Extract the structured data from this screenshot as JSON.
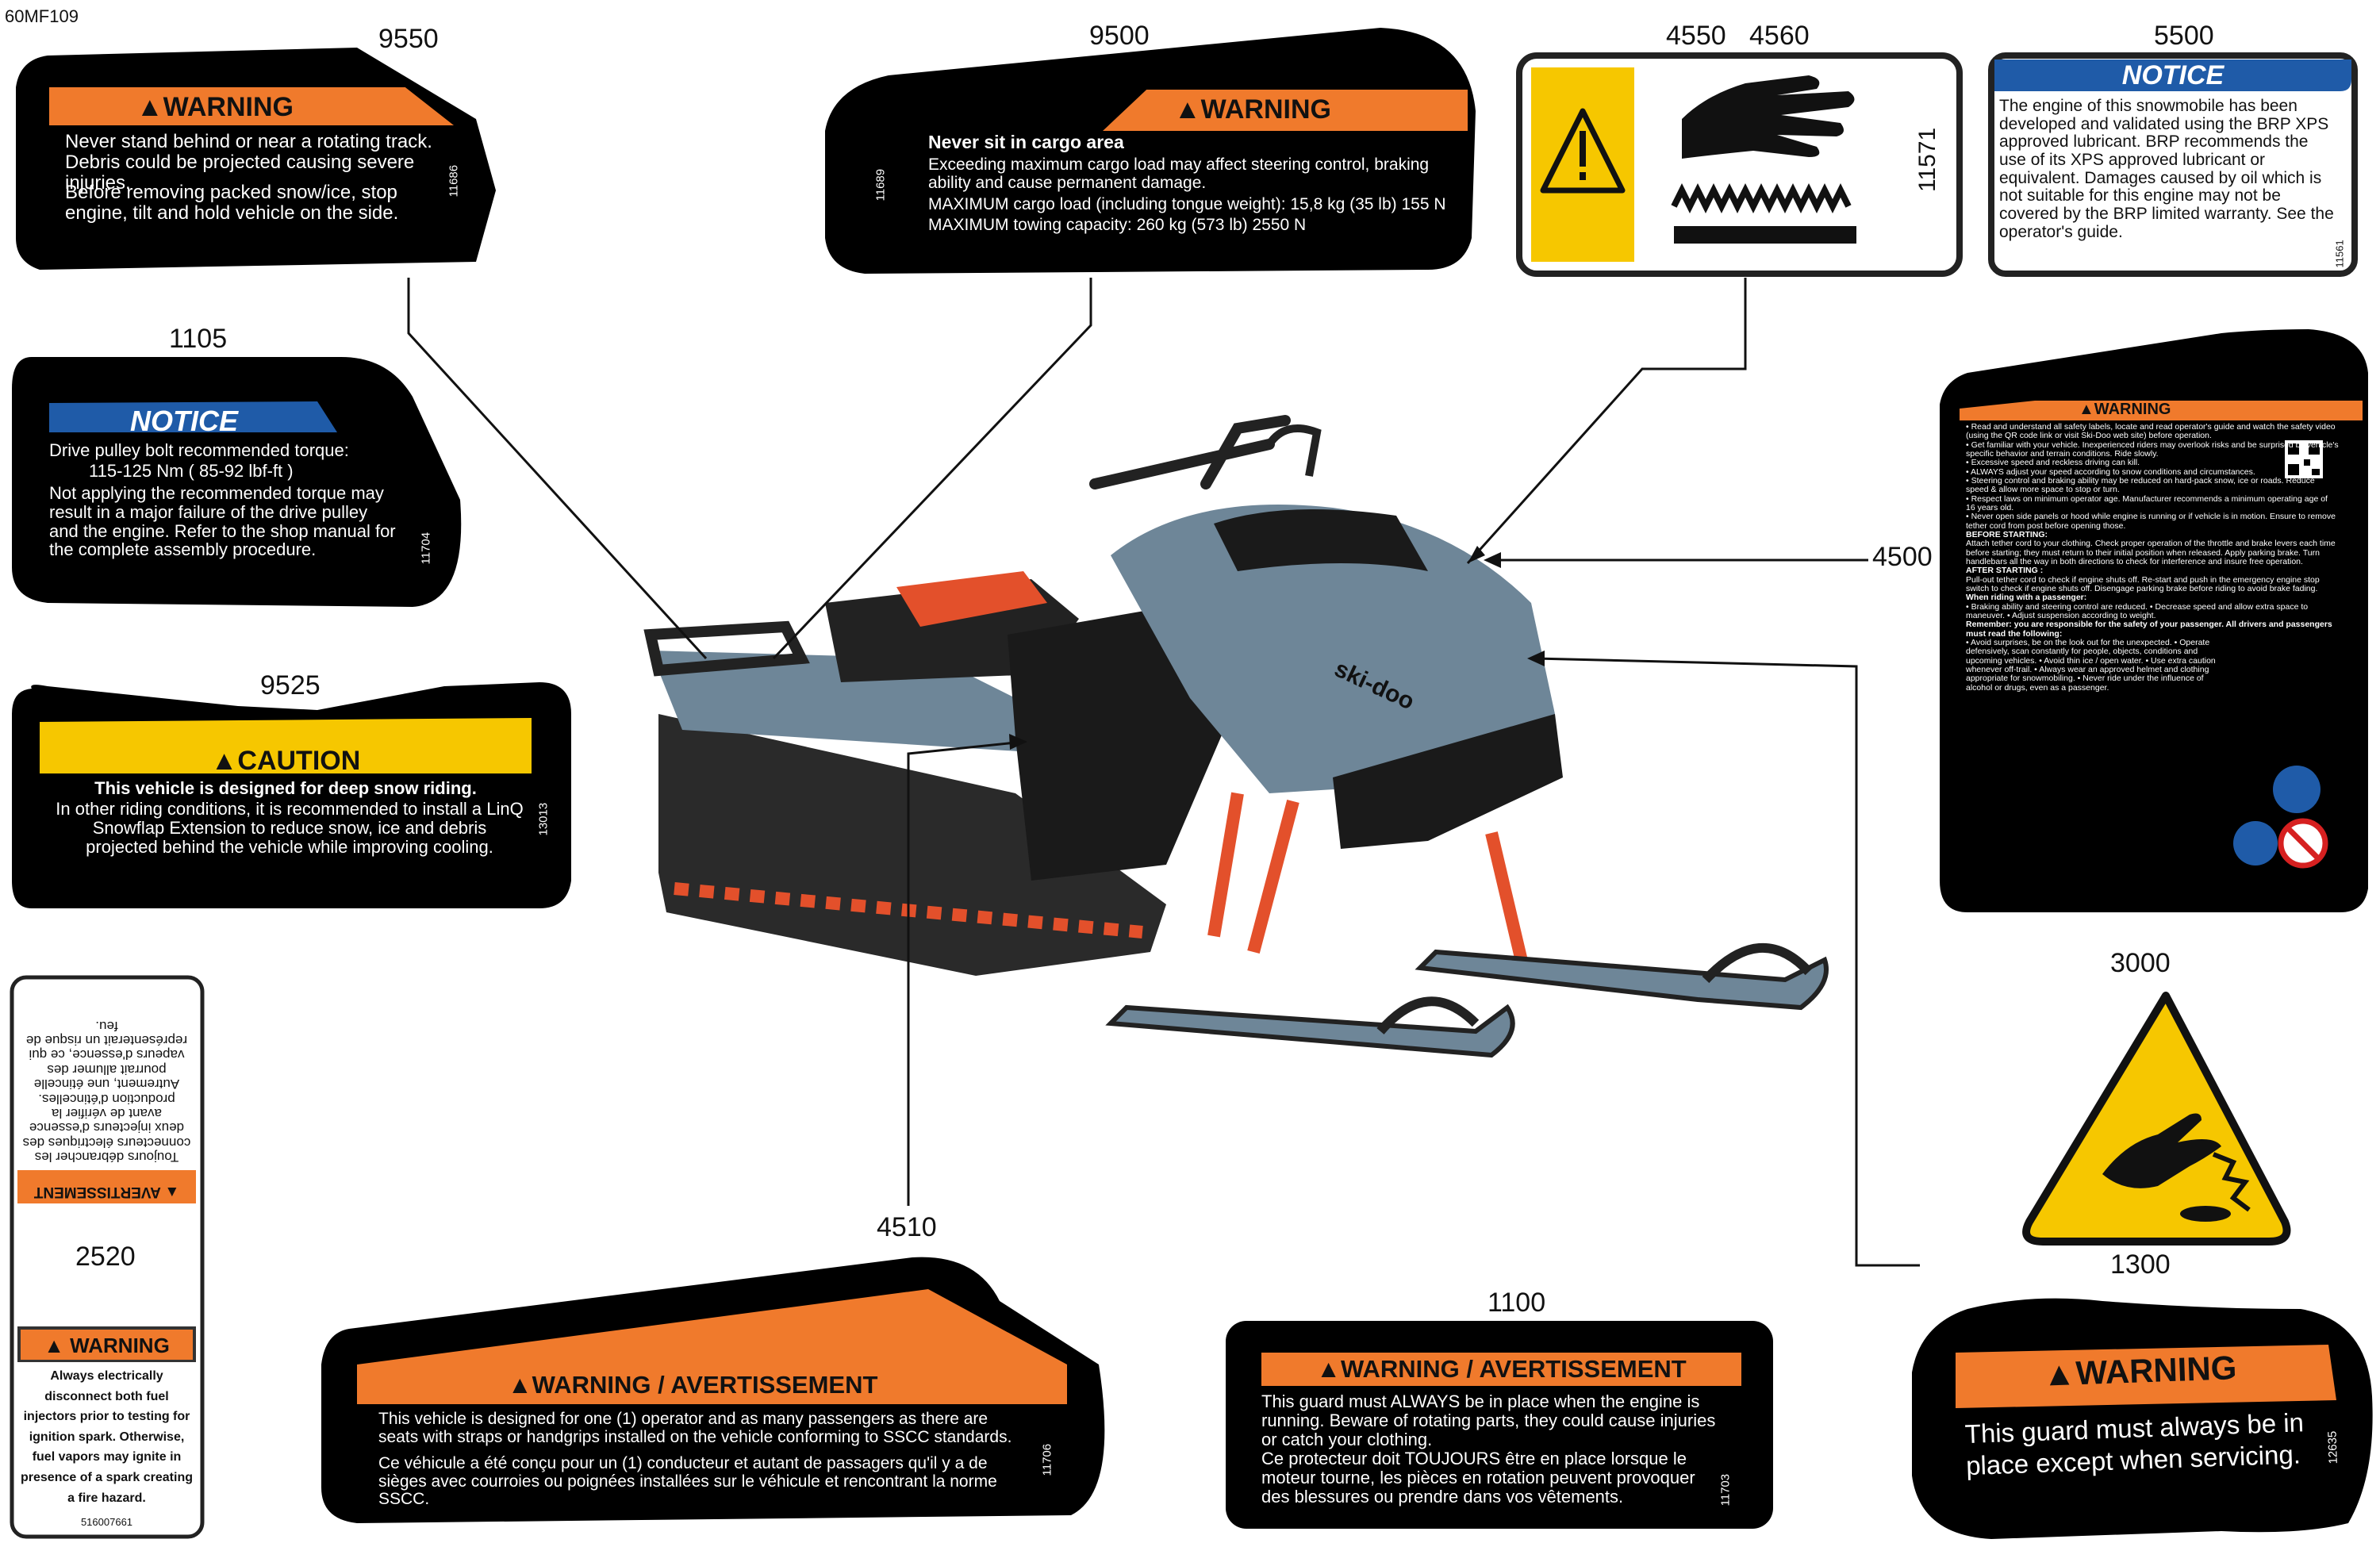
{
  "diagram_ref": "60MF109",
  "callouts": {
    "n9550": "9550",
    "n9500": "9500",
    "n4550": "4550",
    "n4560": "4560",
    "n5500": "5500",
    "n1105": "1105",
    "n4500": "4500",
    "n9525": "9525",
    "n3000": "3000",
    "n2520": "2520",
    "n4510": "4510",
    "n1300": "1300",
    "n1100": "1100"
  },
  "labels": {
    "l9550": {
      "header": "▲WARNING",
      "line1": "Never stand behind or near a rotating track. Debris could be projected causing severe injuries.",
      "line2": "Before removing packed snow/ice, stop engine, tilt and hold vehicle on the side.",
      "code": "11686"
    },
    "l9500": {
      "header": "▲WARNING",
      "line1": "Never sit in cargo area",
      "line2": "Exceeding maximum cargo load may affect steering control, braking ability and cause permanent damage.",
      "line3": "MAXIMUM cargo load (including tongue weight): 15,8 kg (35 lb) 155 N",
      "line4": "MAXIMUM towing capacity: 260 kg (573 lb) 2550 N",
      "code": "11689"
    },
    "l4550": {
      "code": "11571"
    },
    "l5500": {
      "header": "NOTICE",
      "text": "The engine of this snowmobile has been developed and validated using the BRP XPS approved lubricant. BRP recommends the use of its XPS approved lubricant or equivalent. Damages caused by oil which is not suitable for this engine may not be covered by the BRP limited warranty. See the operator's guide.",
      "code": "11561"
    },
    "l1105": {
      "header": "NOTICE",
      "line1": "Drive pulley bolt recommended torque:",
      "line2": "115-125 Nm ( 85-92 lbf-ft )",
      "line3": "Not applying the recommended torque may result in a major failure of the drive pulley and the engine. Refer to the shop manual for the complete assembly procedure.",
      "code": "11704"
    },
    "l4500": {
      "header": "▲WARNING",
      "text1": "• Read and understand all safety labels, locate and read operator's guide and watch the safety video (using the QR code link or visit Ski-Doo web site) before operation.",
      "text2": "• Get familiar with your vehicle. Inexperienced riders may overlook risks and be surprised by vehicle's specific behavior and terrain conditions. Ride slowly.",
      "text3": "• Excessive speed and reckless driving can kill.",
      "text4": "• ALWAYS adjust your speed according to snow conditions and circumstances.",
      "text5": "• Steering control and braking ability may be reduced on hard-pack snow, ice or roads. Reduce speed & allow more space to stop or turn.",
      "text6": "• Respect laws on minimum operator age. Manufacturer recommends a minimum operating age of 16 years old.",
      "text7": "• Never open side panels or hood while engine is running or if vehicle is in motion. Ensure to remove tether cord from post before opening those.",
      "sec1": "BEFORE STARTING:",
      "text8": "Attach tether cord to your clothing. Check proper operation of the throttle and brake levers each time before starting; they must return to their initial position when released. Apply parking brake. Turn handlebars all the way in both directions to check for interference and insure free operation.",
      "sec2": "AFTER STARTING :",
      "text9": "Pull-out tether cord to check if engine shuts off. Re-start and push in the emergency engine stop switch to check if engine shuts off. Disengage parking brake before riding to avoid brake fading.",
      "sec3": "When riding with a passenger:",
      "text10": "• Braking ability and steering control are reduced. • Decrease speed and allow extra space to maneuver. • Adjust suspension according to weight.",
      "sec4": "Remember: you are responsible for the safety of your passenger. All drivers and passengers must read the following:",
      "text11": "• Avoid surprises, be on the look out for the unexpected. • Operate defensively, scan constantly for people, objects, conditions and upcoming vehicles. • Avoid thin ice / open water. • Use extra caution whenever off-trail. • Always wear an approved helmet and clothing appropriate for snowmobiling. • Never ride under the influence of alcohol or drugs, even as a passenger."
    },
    "l9525": {
      "header": "▲CAUTION",
      "line1": "This vehicle is designed for deep snow riding.",
      "line2": "In other riding conditions, it is recommended to install a LinQ Snowflap Extension to reduce snow, ice and debris projected behind the vehicle while improving cooling.",
      "code": "13013"
    },
    "l2520": {
      "fr_header": "▲ AVERTISSEMENT",
      "fr_text": "Toujours débrancher les connecteurs électriques des deux injecteurs d'essence avant de vérifier la production d'étincelles. Autrement, une étincelle pourrait allumer des vapeurs d'essence, ce qui représenterait un risque de feu.",
      "en_header": "▲ WARNING",
      "en_text": "Always electrically disconnect both fuel injectors prior to testing for ignition spark. Otherwise, fuel vapors may ignite in presence of a spark creating a fire hazard.",
      "code": "516007661"
    },
    "l4510": {
      "header": "▲WARNING / AVERTISSEMENT",
      "line1": "This vehicle is designed for one (1) operator and as many passengers as there are seats with straps or handgrips installed on the vehicle conforming to SSCC standards.",
      "line2": "Ce véhicule a été conçu pour un (1) conducteur et autant de passagers qu'il y a de sièges avec courroies ou poignées installées sur le véhicule et rencontrant la norme SSCC.",
      "code": "11706"
    },
    "l1100": {
      "header": "▲WARNING / AVERTISSEMENT",
      "line1": "This guard must ALWAYS be in place when the engine is running. Beware of rotating parts, they could cause injuries or catch your clothing.",
      "line2": "Ce protecteur doit TOUJOURS être en place lorsque le moteur tourne, les pièces en rotation peuvent provoquer des blessures ou prendre dans vos vêtements.",
      "code": "11703"
    },
    "l1300": {
      "header": "▲WARNING",
      "text": "This guard must always be in place except when servicing.",
      "code": "12635"
    }
  },
  "colors": {
    "warning_orange": "#F07A2C",
    "caution_yellow": "#F6C700",
    "notice_blue": "#1F5BA8",
    "label_black": "#000000",
    "sled_body": "#6E8698",
    "sled_accent": "#E3502B"
  }
}
